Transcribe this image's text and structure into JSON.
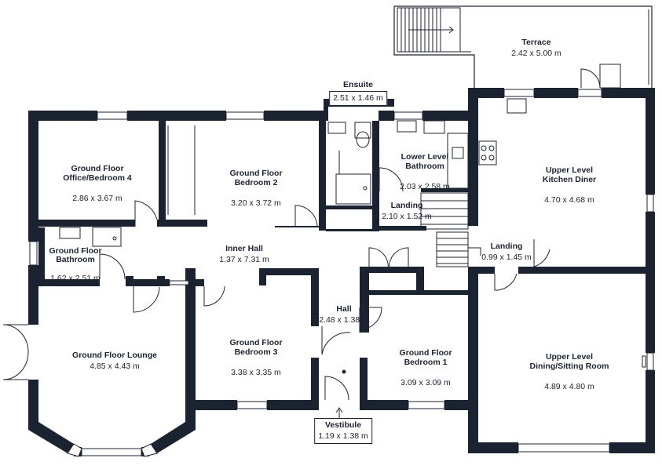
{
  "rooms": {
    "terrace": {
      "name": "Terrace",
      "dim": "2.42 x 5.00 m"
    },
    "ensuite": {
      "name": "Ensuite",
      "dim": "2.51 x 1.46 m"
    },
    "office": {
      "name": "Ground Floor\nOffice/Bedroom 4",
      "dim": "2.86 x 3.67 m"
    },
    "bedroom2": {
      "name": "Ground Floor\nBedroom 2",
      "dim": "3.20 x 3.72 m"
    },
    "lower_bath": {
      "name": "Lower Level\nBathroom",
      "dim": "2.03 x 2.58 m"
    },
    "kitchen": {
      "name": "Upper Level\nKitchen Diner",
      "dim": "4.70 x 4.68 m"
    },
    "landing1": {
      "name": "Landing",
      "dim": "2.10 x 1.52 m"
    },
    "gf_bath": {
      "name": "Ground Floor\nBathroom",
      "dim": "1.62 x 2.51 m"
    },
    "inner_hall": {
      "name": "Inner Hall",
      "dim": "1.37 x 7.31 m"
    },
    "landing2": {
      "name": "Landing",
      "dim": "0.99 x 1.45 m"
    },
    "hall": {
      "name": "Hall",
      "dim": "2.48 x 1.38 m"
    },
    "lounge": {
      "name": "Ground Floor Lounge",
      "dim": "4.85 x 4.43 m"
    },
    "bedroom3": {
      "name": "Ground Floor\nBedroom 3",
      "dim": "3.38 x 3.35 m"
    },
    "bedroom1": {
      "name": "Ground Floor\nBedroom 1",
      "dim": "3.09 x 3.09 m"
    },
    "dining": {
      "name": "Upper Level\nDining/Sitting Room",
      "dim": "4.89 x 4.80 m"
    },
    "vestibule": {
      "name": "Vestibule",
      "dim": "1.19 x 1.38 m"
    }
  },
  "colors": {
    "wall": "#1c2330",
    "background": "#ffffff"
  }
}
